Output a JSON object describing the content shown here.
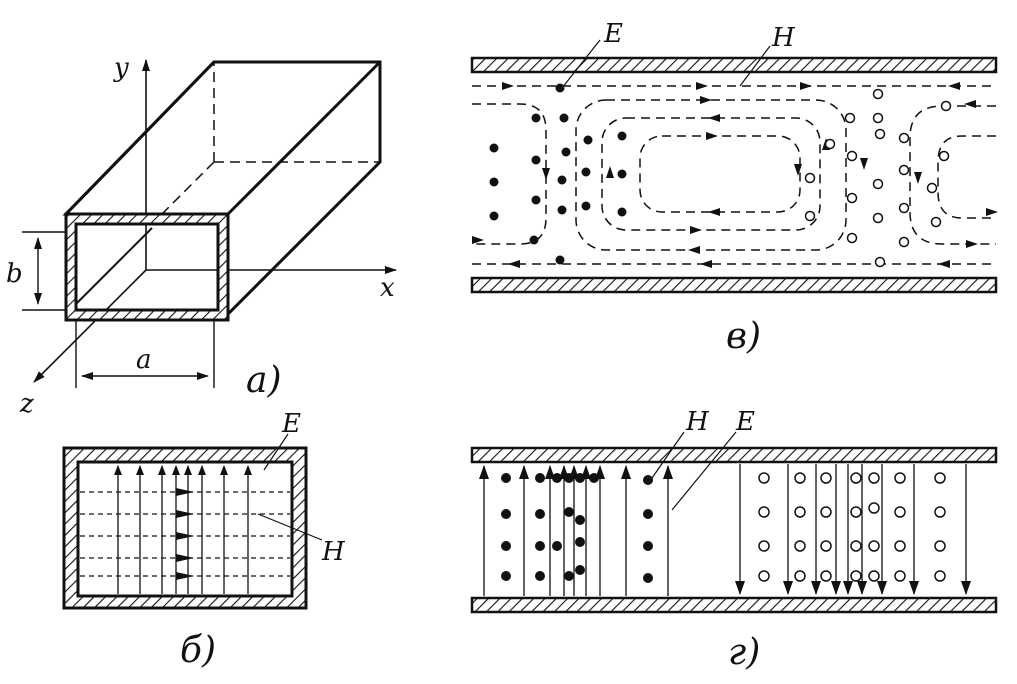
{
  "labels": {
    "axis_y": "y",
    "axis_x": "x",
    "axis_z": "z",
    "dim_b": "b",
    "dim_a": "a",
    "field_E": "E",
    "field_H": "H"
  },
  "panels": {
    "a": "a)",
    "b": "б)",
    "v": "в)",
    "g": "г)"
  }
}
